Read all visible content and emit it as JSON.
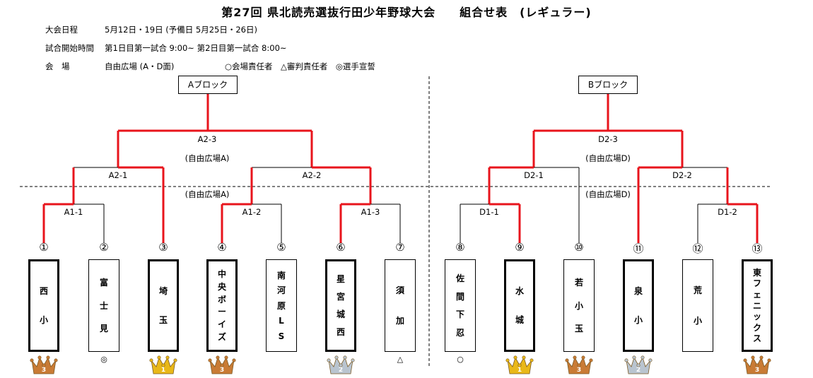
{
  "header": {
    "title": "第27回 県北読売選抜行田少年野球大会　　組合せ表　(レギュラー)",
    "rows": [
      {
        "label": "大会日程",
        "value": "5月12日・19日 (予備日 5月25日・26日)"
      },
      {
        "label": "試合開始時間",
        "value": "第1日目第一試合 9:00~ 第2日目第一試合 8:00~"
      },
      {
        "label": "会　場",
        "value": "自由広場 (A・D面)",
        "legend": "○会場責任者　△審判責任者　◎選手宣誓"
      }
    ]
  },
  "blocks": {
    "a": {
      "label": "Aブロック"
    },
    "b": {
      "label": "Bブロック"
    }
  },
  "matches": {
    "a2_3": "A2-3",
    "a2_1": "A2-1",
    "a2_2": "A2-2",
    "a1_1": "A1-1",
    "a1_2": "A1-2",
    "a1_3": "A1-3",
    "d2_3": "D2-3",
    "d2_1": "D2-1",
    "d2_2": "D2-2",
    "d1_1": "D1-1",
    "d1_2": "D1-2"
  },
  "venues": {
    "a_final": "(自由広場A)",
    "a_day1": "(自由広場A)",
    "d_final": "(自由広場D)",
    "d_day1": "(自由広場D)"
  },
  "teams": [
    {
      "num": "①",
      "chars": [
        "西",
        "小"
      ],
      "mark": "",
      "medal": "3"
    },
    {
      "num": "②",
      "chars": [
        "富",
        "士",
        "見"
      ],
      "mark": "◎",
      "medal": ""
    },
    {
      "num": "③",
      "chars": [
        "埼",
        "玉"
      ],
      "mark": "",
      "medal": "1"
    },
    {
      "num": "④",
      "chars": [
        "中",
        "央",
        "ボ",
        "ー",
        "イ",
        "ズ"
      ],
      "mark": "",
      "medal": "3"
    },
    {
      "num": "⑤",
      "chars": [
        "南",
        "河",
        "原",
        "L",
        "S"
      ],
      "mark": "",
      "medal": ""
    },
    {
      "num": "⑥",
      "chars": [
        "星",
        "宮",
        "城",
        "西"
      ],
      "mark": "",
      "medal": "2"
    },
    {
      "num": "⑦",
      "chars": [
        "須",
        "加"
      ],
      "mark": "△",
      "medal": ""
    },
    {
      "num": "⑧",
      "chars": [
        "佐",
        "間",
        "下",
        "忍"
      ],
      "mark": "○",
      "medal": ""
    },
    {
      "num": "⑨",
      "chars": [
        "水",
        "城"
      ],
      "mark": "",
      "medal": "1"
    },
    {
      "num": "⑩",
      "chars": [
        "若",
        "小",
        "玉"
      ],
      "mark": "",
      "medal": "3"
    },
    {
      "num": "⑪",
      "chars": [
        "泉",
        "小"
      ],
      "mark": "",
      "medal": "2"
    },
    {
      "num": "⑫",
      "chars": [
        "荒",
        "小"
      ],
      "mark": "",
      "medal": ""
    },
    {
      "num": "⑬",
      "chars": [
        "東",
        "フ",
        "ェ",
        "ニ",
        "ッ",
        "ク",
        "ス"
      ],
      "mark": "",
      "medal": "3"
    }
  ],
  "colors": {
    "winner_line": "#e8141c",
    "line": "#000000",
    "gold": "#e9b818",
    "silver": "#b9c4cf",
    "bronze": "#c97b35"
  }
}
